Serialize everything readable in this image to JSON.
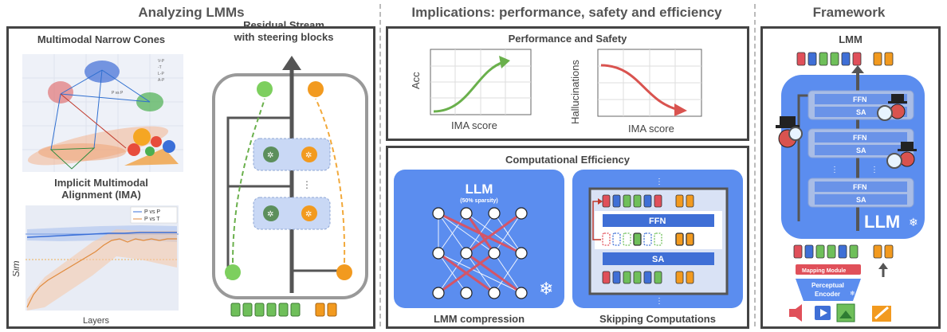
{
  "sections": {
    "left_title": "Analyzing LMMs",
    "middle_title": "Implications: performance, safety and efficiency",
    "right_title": "Framework"
  },
  "left": {
    "cones_title": "Multimodal Narrow Cones",
    "cones_legend": [
      "V-P",
      "-T",
      "L-P",
      "A-P"
    ],
    "cones_annotation": "P vs P",
    "ima_title_1": "Implicit Multimodal",
    "ima_title_2": "Alignment (IMA)",
    "ima_legend": [
      "P vs P",
      "P vs T"
    ],
    "ima_ylabel": "Sim",
    "ima_xlabel": "Layers",
    "residual_title_1": "Residual Stream",
    "residual_title_2": "with steering blocks"
  },
  "middle": {
    "perf_title": "Performance and Safety",
    "acc_ylabel": "Acc",
    "acc_xlabel": "IMA score",
    "hall_ylabel": "Hallucinations",
    "hall_xlabel": "IMA score",
    "eff_title": "Computational Efficiency",
    "llm_label": "LLM",
    "sparsity_label": "(50% sparsity)",
    "compression_caption": "LMM compression",
    "ffn_label": "FFN",
    "sa_label": "SA",
    "skipping_caption": "Skipping Computations"
  },
  "right": {
    "lmm_label": "LMM",
    "ffn_label": "FFN",
    "sa_label": "SA",
    "llm_label": "LLM",
    "mapping_module": "Mapping Module",
    "perceptual_encoder_1": "Perceptual",
    "perceptual_encoder_2": "Encoder"
  },
  "colors": {
    "blue": "#5b8def",
    "token_red": "#e0505a",
    "token_green": "#6fbf5a",
    "token_blue": "#3f6fd6",
    "token_orange": "#f29a1f",
    "accent_green": "#6ab04c",
    "accent_red": "#d9534f"
  }
}
